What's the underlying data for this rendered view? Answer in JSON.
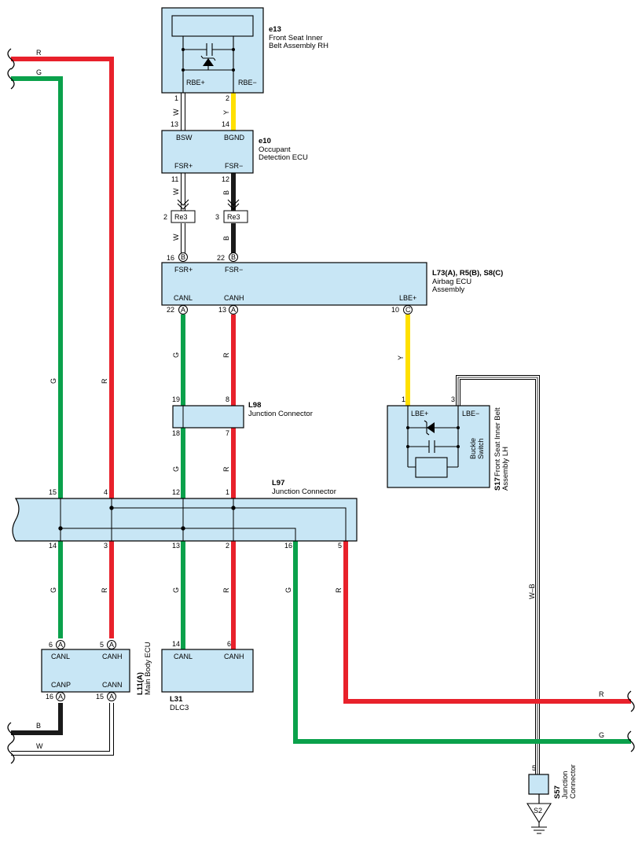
{
  "components": {
    "e13": {
      "id": "e13",
      "name1": "Front Seat Inner",
      "name2": "Belt Assembly RH",
      "t1": "RBE+",
      "t2": "RBE−"
    },
    "e10": {
      "id": "e10",
      "name1": "Occupant",
      "name2": "Detection ECU",
      "t1": "BSW",
      "t2": "BGND",
      "t3": "FSR+",
      "t4": "FSR−"
    },
    "airbag": {
      "id": "L73(A), R5(B), S8(C)",
      "name1": "Airbag ECU",
      "name2": "Assembly",
      "t1": "FSR+",
      "t2": "FSR−",
      "t3": "CANL",
      "t4": "CANH",
      "t5": "LBE+"
    },
    "l98": {
      "id": "L98",
      "name": "Junction Connector"
    },
    "l97": {
      "id": "L97",
      "name": "Junction Connector"
    },
    "s17": {
      "id": "S17",
      "name1": "Front Seat Inner Belt",
      "name2": "Assembly LH",
      "sw1": "Buckle",
      "sw2": "Switch",
      "t1": "LBE+",
      "t2": "LBE−"
    },
    "l11": {
      "id": "L11(A)",
      "name": "Main Body ECU",
      "t1": "CANL",
      "t2": "CANH",
      "t3": "CANP",
      "t4": "CANN"
    },
    "l31": {
      "id": "L31",
      "name": "DLC3",
      "t1": "CANL",
      "t2": "CANH"
    },
    "s57": {
      "id": "S57",
      "name1": "Junction",
      "name2": "Connector"
    },
    "re3": {
      "label": "Re3"
    },
    "ground": {
      "label": "S2"
    }
  },
  "pins": {
    "e13_1": "1",
    "e13_2": "2",
    "e10_13": "13",
    "e10_14": "14",
    "e10_11": "11",
    "e10_12": "12",
    "re3_2": "2",
    "re3_3": "3",
    "ab_16": "16",
    "ab_22": "22",
    "ab_22b": "22",
    "ab_13": "13",
    "ab_10": "10",
    "l98_19": "19",
    "l98_8": "8",
    "l98_18": "18",
    "l98_7": "7",
    "s17_1": "1",
    "s17_3": "3",
    "l97_15": "15",
    "l97_4": "4",
    "l97_12": "12",
    "l97_1": "1",
    "l97_14": "14",
    "l97_3": "3",
    "l97_13": "13",
    "l97_2": "2",
    "l97_16": "16",
    "l97_5": "5",
    "l11_6": "6",
    "l11_5": "5",
    "l11_16": "16",
    "l11_15": "15",
    "l31_14": "14",
    "l31_6": "6",
    "s57_5": "5"
  },
  "badges": {
    "A": "A",
    "B": "B",
    "C": "C"
  },
  "wires": {
    "R": "R",
    "G": "G",
    "W": "W",
    "Y": "Y",
    "B": "B",
    "WB": "W–B"
  },
  "colors": {
    "red": "#e8212b",
    "green": "#0aa14b",
    "yellow": "#ffe000",
    "black": "#1a1a1a",
    "white_wire": "#ffffff",
    "box_fill": "#c8e6f5"
  }
}
